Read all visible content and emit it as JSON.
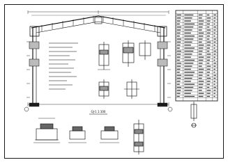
{
  "drawing": {
    "main_view_title": "GJ-1 1:100"
  },
  "colors": {
    "ink": "#000000",
    "paper": "#ffffff"
  },
  "schedule_table": {
    "row_count": 30,
    "column_count": 5
  }
}
